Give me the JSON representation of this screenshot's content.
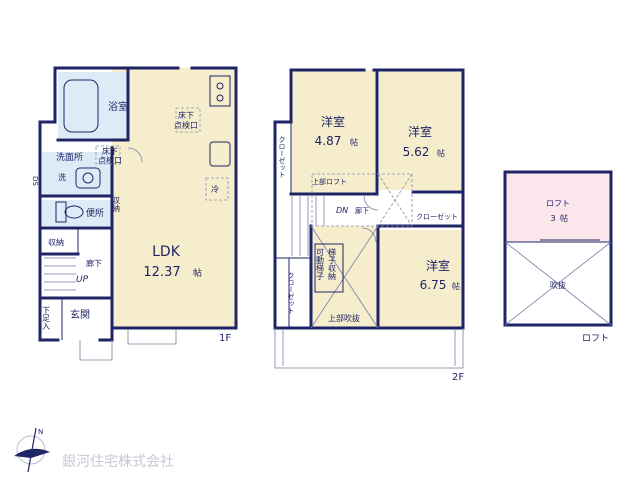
{
  "floors": {
    "first": {
      "label": "1F",
      "rooms": {
        "bath": "浴室",
        "washroom": "洗面所",
        "sink": "洗",
        "toilet": "便所",
        "storage_small": "収納",
        "storage_side": "収納",
        "hall": "廊下",
        "up": "UP",
        "shoe_box": "下足入",
        "entrance": "玄関",
        "ds": "DS",
        "fridge": "冷"
      },
      "underfloor_a": [
        "床下",
        "点検口"
      ],
      "underfloor_b": [
        "床下",
        "点検口"
      ],
      "ldk": {
        "name": "LDK",
        "size": "12.37",
        "unit": "帖"
      }
    },
    "second": {
      "label": "2F",
      "room1": {
        "name": "洋室",
        "size": "4.87",
        "unit": "帖"
      },
      "room2": {
        "name": "洋室",
        "size": "5.62",
        "unit": "帖"
      },
      "room3": {
        "name": "洋室",
        "size": "6.75",
        "unit": "帖"
      },
      "closet_a": "クローゼット",
      "closet_b": "クローゼット",
      "closet_c": "クローゼット",
      "upper_loft": "上部ロフト",
      "dn": "DN",
      "hall": "廊下",
      "ladder": [
        "可動梯子",
        "梯子収納"
      ],
      "void_above": "上部吹抜"
    },
    "loft": {
      "label": "ロフト",
      "area": {
        "name": "ロフト",
        "size": "3",
        "unit": "帖"
      },
      "void": "吹抜"
    }
  },
  "company": "銀河住宅株式会社",
  "colors": {
    "wall": "#1f2466",
    "ldk_fill": "#f6edcc",
    "bath_fill": "#dcecf7",
    "loft_fill": "#fbe6ec"
  }
}
